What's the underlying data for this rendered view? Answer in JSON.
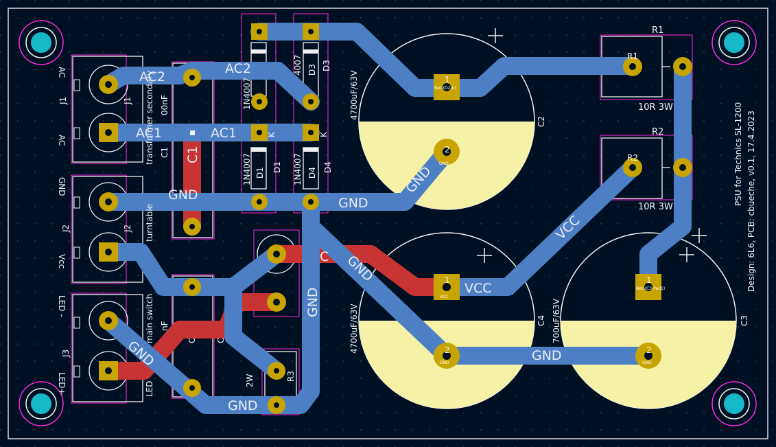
{
  "colors": {
    "background": "#001023",
    "top_copper": "#c83434",
    "bottom_copper": "#4d7fc4",
    "pad": "#c8a400",
    "silkscreen": "#f2f2f2",
    "courtyard": "#ff26e2",
    "fab": "#c8b400",
    "cap_fill": "#f5f1a6"
  },
  "board_text": {
    "title": "PSU for Technics SL-1200",
    "credits": "Design: 6L6, PCB: cbueche, v0.1, 17.4.2023"
  },
  "nets": {
    "ac2_left": "AC2",
    "ac2_right": "AC2",
    "ac1_left": "AC1",
    "ac1_right": "AC1",
    "gnd_j2": "GND",
    "gnd_mid": "GND",
    "gnd_diag": "GND",
    "gnd_vert": "GND",
    "gnd_bottom": "GND",
    "gnd_j3": "GND",
    "gnd_c2": "GND",
    "gnd_c4_c3": "GND",
    "vcc_c4": "VCC",
    "vcc_diag": "VCC",
    "c1_top": "C1",
    "c_top": "C"
  },
  "connectors": {
    "j1_ref": "J1",
    "j1_ref_fab": "J1",
    "j1_pin1": "AC",
    "j1_pin2": "AC",
    "j2_ref": "J2",
    "j2_ref_fab": "J2",
    "j2_pin1": "GND",
    "j2_pin2": "Vcc",
    "j3_ref": "J3",
    "j3_pin1": "LED -",
    "j3_pin2": "LED+",
    "j3_desc": "LED",
    "j1_desc": "transformer secondary",
    "j2_desc": "turntable",
    "j3_switch": "main switch"
  },
  "diodes": {
    "d1": "D1",
    "d1_fab": "D1",
    "d2_val": "1N4007",
    "d3": "D3",
    "d3_fab": "D3",
    "d3_val": "4007",
    "d1_val": "1N4007",
    "d4": "D4",
    "d4_fab": "D4",
    "d4_val": "1N4007",
    "k": "K"
  },
  "capacitors": {
    "c1": "C1",
    "c1_val": "00nF",
    "c2": "C2",
    "c2_val": "4700uF/63V",
    "c3": "C3",
    "c4": "C4",
    "c4_val": "4700uF/63V",
    "c4_val2": "700uF/63V",
    "c_label": "C",
    "c_val": "nF"
  },
  "resistors": {
    "r1": "R1",
    "r1_fab": "R1",
    "r1_val": "10R 3W",
    "r2": "R2",
    "r2_fab": "R2",
    "r2_val": "10R 3W",
    "r3": "R3",
    "r3_val": "2W"
  },
  "pins": {
    "one": "1",
    "two": "2",
    "plus": "+",
    "k": "K",
    "net_r1": "Net-(D2-K)",
    "net_c3": "Net-(C3-Pad1)"
  }
}
